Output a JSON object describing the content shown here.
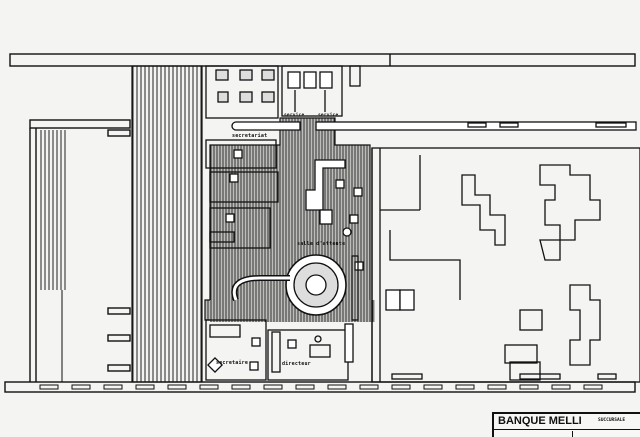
{
  "drawing": {
    "type": "architectural floor plan",
    "stroke_color": "#111111",
    "paper_color": "#f4f4f2",
    "hatch_color": "#444444"
  },
  "rooms": {
    "secretariat": "secretariat",
    "service_left": "service",
    "service_right": "service",
    "waiting_hall": "salle d'attente",
    "secretary": "secretaire",
    "director": "directeur"
  },
  "title_block": {
    "name": "BANQUE MELLI",
    "subtitle": "SUCCURSALE"
  }
}
